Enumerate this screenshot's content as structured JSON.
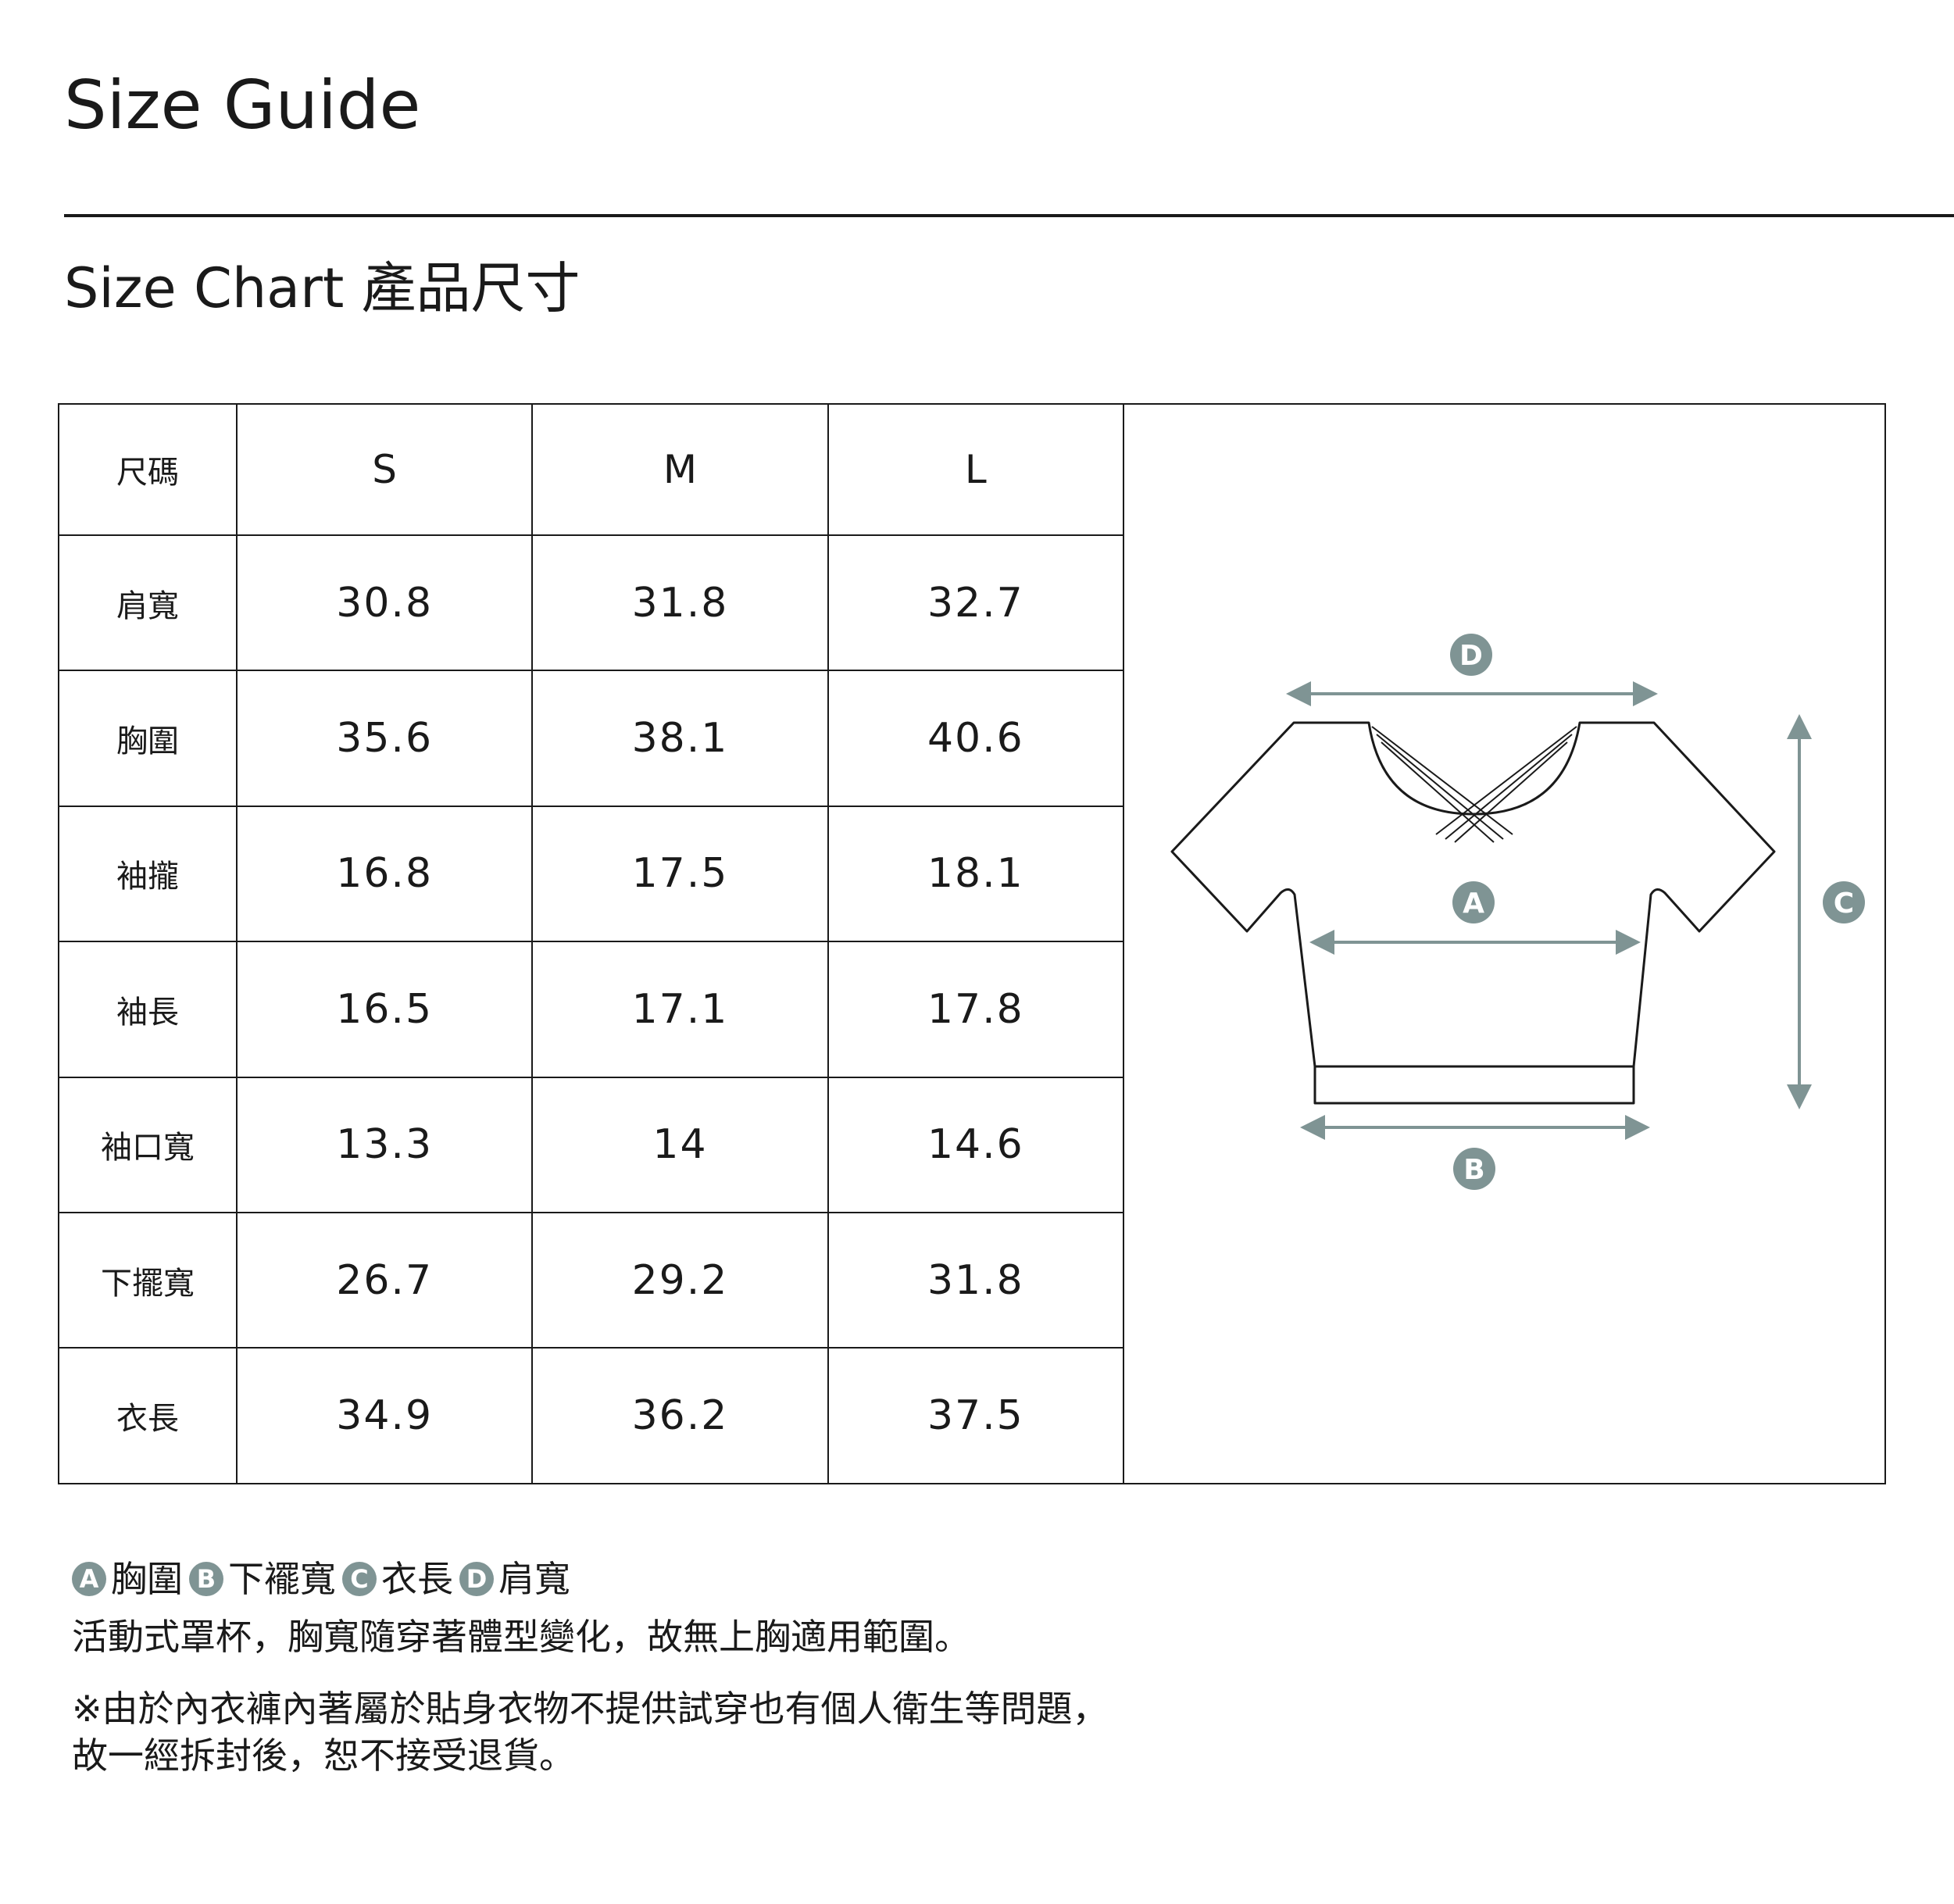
{
  "page": {
    "title": "Size Guide",
    "subtitle": "Size Chart 產品尺寸"
  },
  "table": {
    "header": [
      "尺碼",
      "S",
      "M",
      "L"
    ],
    "rows": [
      {
        "label": "肩寬",
        "values": [
          "30.8",
          "31.8",
          "32.7"
        ]
      },
      {
        "label": "胸圍",
        "values": [
          "35.6",
          "38.1",
          "40.6"
        ]
      },
      {
        "label": "袖攏",
        "values": [
          "16.8",
          "17.5",
          "18.1"
        ]
      },
      {
        "label": "袖長",
        "values": [
          "16.5",
          "17.1",
          "17.8"
        ]
      },
      {
        "label": "袖口寬",
        "values": [
          "13.3",
          "14",
          "14.6"
        ]
      },
      {
        "label": "下擺寬",
        "values": [
          "26.7",
          "29.2",
          "31.8"
        ]
      },
      {
        "label": "衣長",
        "values": [
          "34.9",
          "36.2",
          "37.5"
        ]
      }
    ]
  },
  "diagram": {
    "markers": {
      "a": "A",
      "b": "B",
      "c": "C",
      "d": "D"
    },
    "icons": [
      "tshirt-outline",
      "double-arrow"
    ],
    "arrow_color": "#7f9494",
    "outline_color": "#1a1a1a"
  },
  "notes": {
    "legend": [
      {
        "marker": "A",
        "label": "胸圍"
      },
      {
        "marker": "B",
        "label": "下襬寬"
      },
      {
        "marker": "C",
        "label": "衣長"
      },
      {
        "marker": "D",
        "label": "肩寬"
      }
    ],
    "line1": "活動式罩杯，胸寬隨穿著體型變化，故無上胸適用範圍。",
    "line2": "※由於內衣褲內著屬於貼身衣物不提供試穿也有個人衛生等問題，",
    "line3": "故一經拆封後，恕不接受退貨。"
  }
}
